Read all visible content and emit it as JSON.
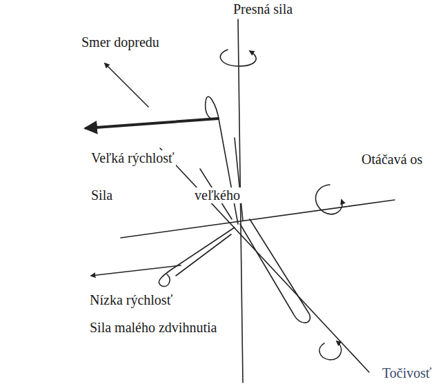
{
  "diagram": {
    "labels": [
      "Presná sila",
      "Smer dopredu",
      "Veľká rýchlosť",
      "Sila",
      "veľkého",
      "Otáčavá os",
      "Nízka rýchlosť",
      "Sila malého zdvihnutia",
      "Točivosť"
    ]
  }
}
